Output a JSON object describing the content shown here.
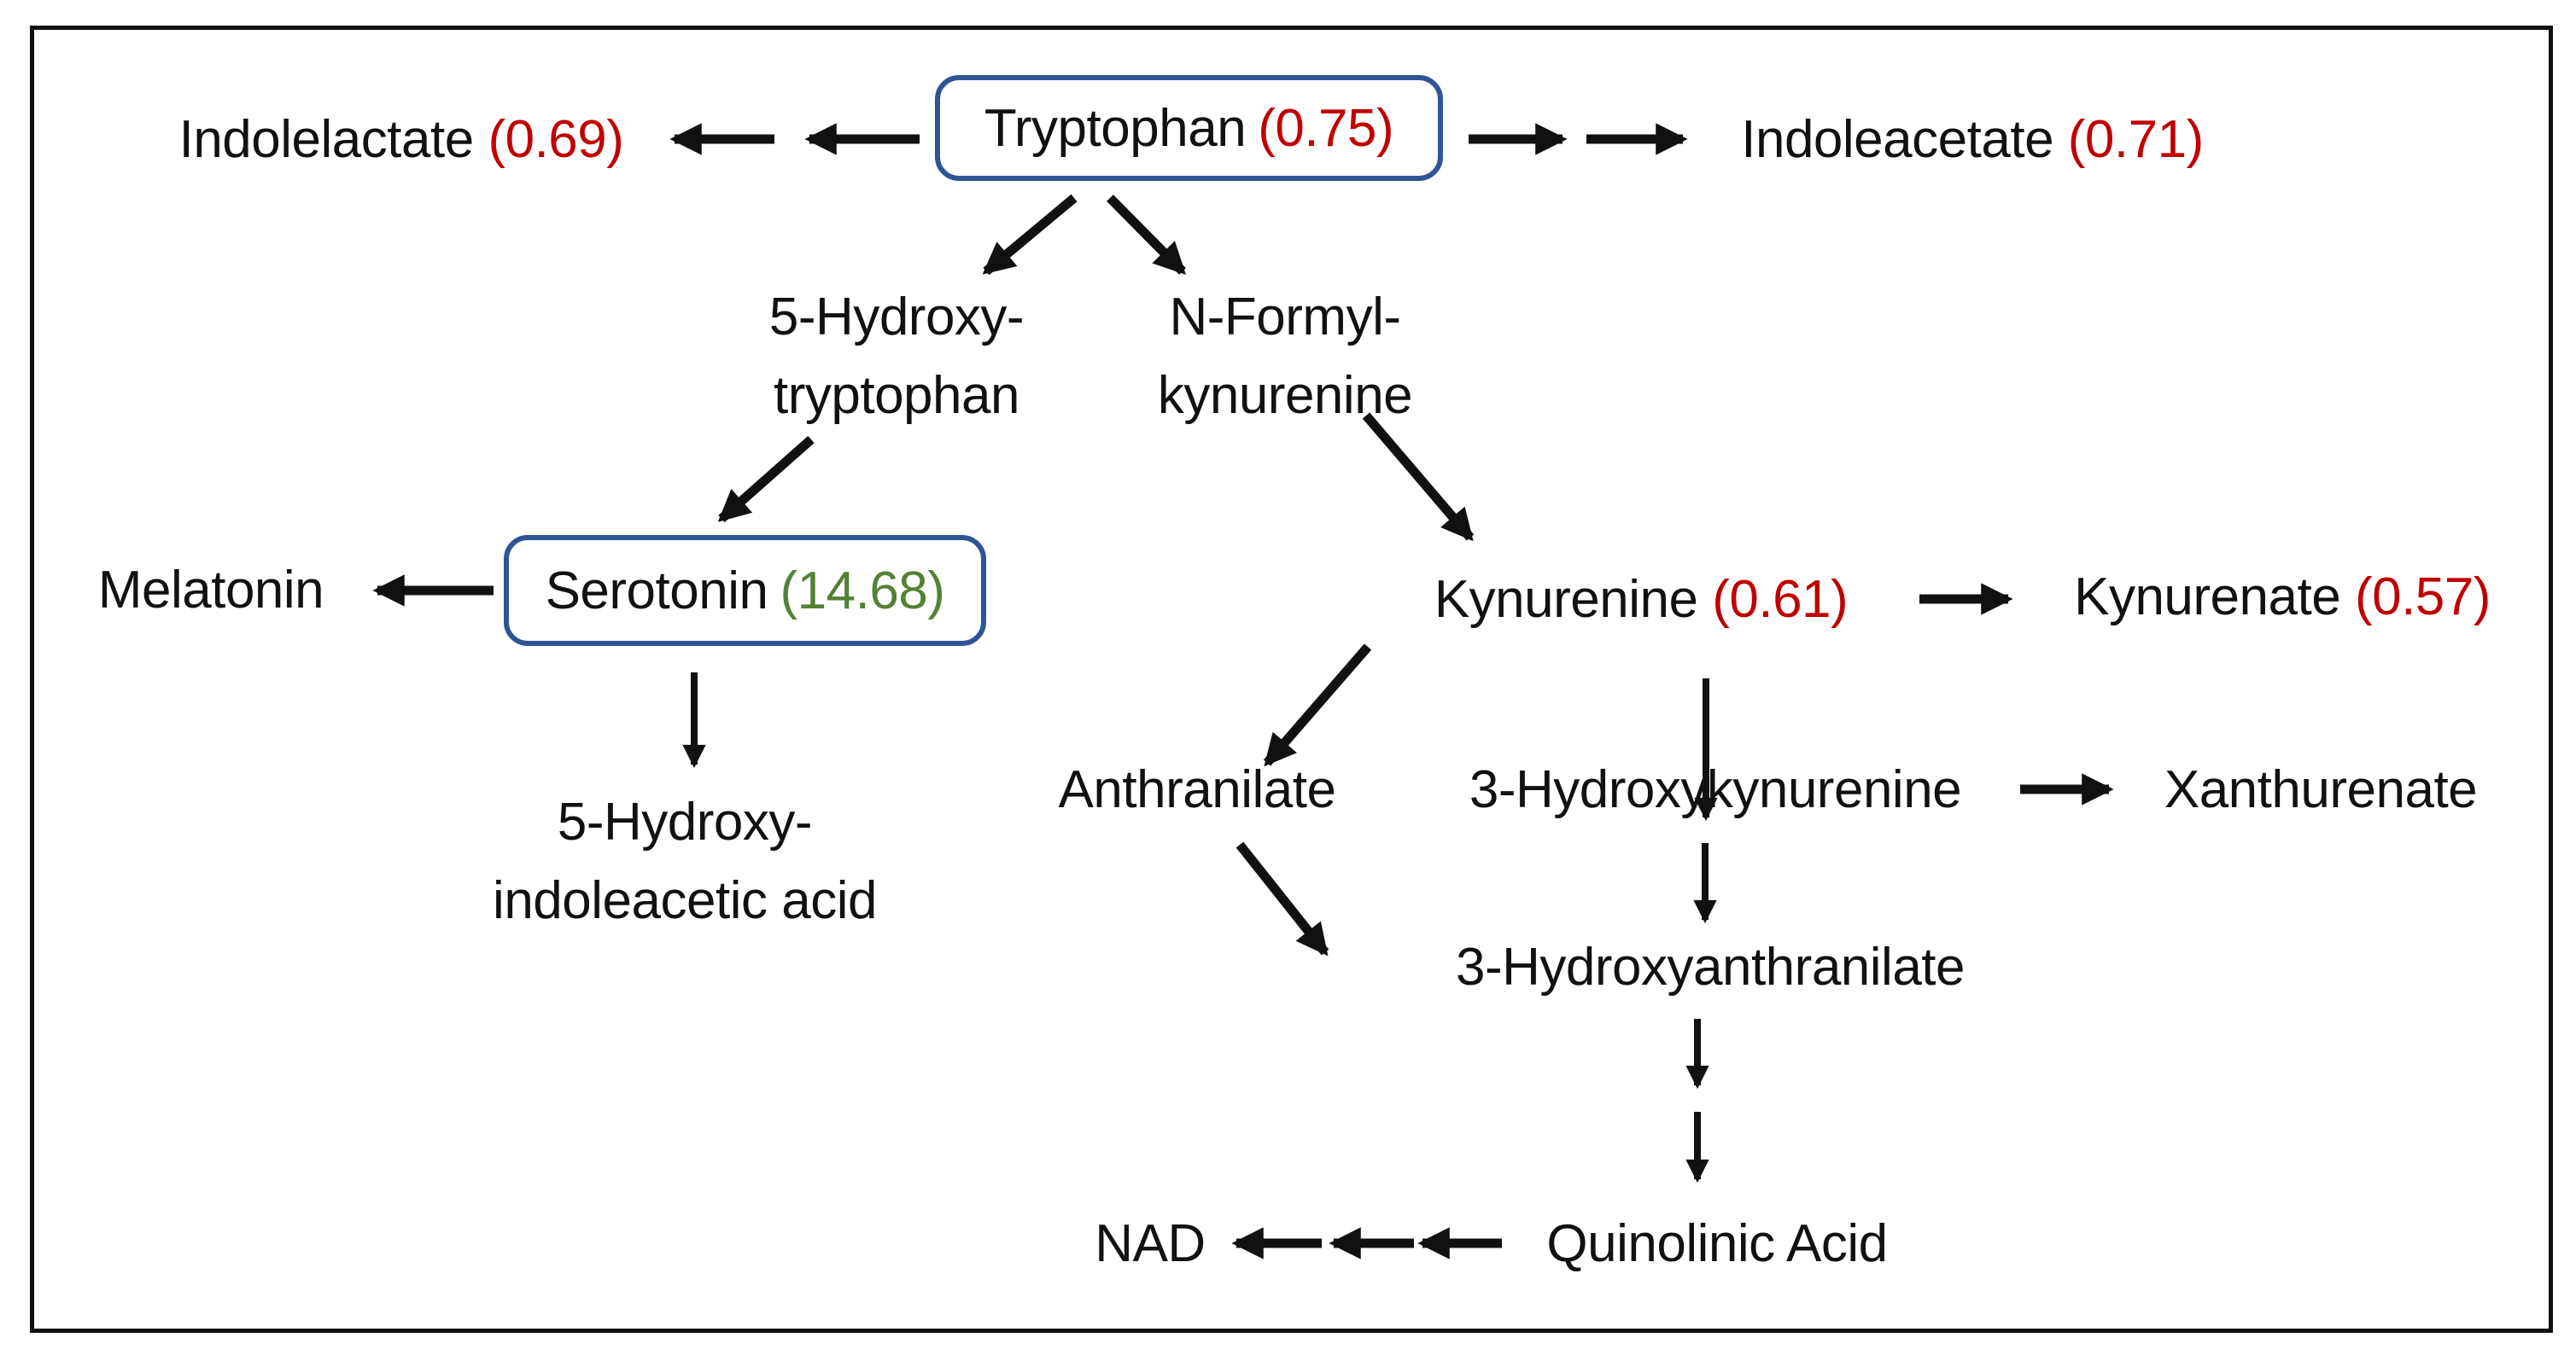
{
  "diagram": {
    "title": "Tryptophan metabolism pathway",
    "colors": {
      "frame_border": "#111111",
      "box_border": "#2f5496",
      "arrow": "#111111",
      "text": "#111111",
      "value_red": "#c00000",
      "value_green": "#538135"
    },
    "nodes": {
      "indolelactate": {
        "label": "Indolelactate",
        "value": "(0.69)"
      },
      "tryptophan": {
        "label": "Tryptophan",
        "value": "(0.75)",
        "boxed": "true"
      },
      "indoleacetate": {
        "label": "Indoleacetate",
        "value": "(0.71)"
      },
      "hydroxytryptophan": {
        "line1": "5-Hydroxy-",
        "line2": "tryptophan"
      },
      "formylkynurenine": {
        "line1": "N-Formyl-",
        "line2": "kynurenine"
      },
      "melatonin": {
        "label": "Melatonin"
      },
      "serotonin": {
        "label": "Serotonin",
        "value": "(14.68)",
        "boxed": "true"
      },
      "hydroxyindoleacetic": {
        "line1": "5-Hydroxy-",
        "line2": "indoleacetic acid"
      },
      "kynurenine": {
        "label": "Kynurenine",
        "value": "(0.61)"
      },
      "kynurenate": {
        "label": "Kynurenate",
        "value": "(0.57)"
      },
      "anthranilate": {
        "label": "Anthranilate"
      },
      "hydroxykynurenine": {
        "label": "3-Hydroxykynurenine"
      },
      "xanthurenate": {
        "label": "Xanthurenate"
      },
      "hydroxyanthranilate": {
        "label": "3-Hydroxyanthranilate"
      },
      "quinolinicacid": {
        "label": "Quinolinic Acid"
      },
      "nad": {
        "label": "NAD"
      }
    },
    "edges": [
      {
        "from": "Tryptophan",
        "to": "Indolelactate",
        "arrows": 2
      },
      {
        "from": "Tryptophan",
        "to": "Indoleacetate",
        "arrows": 2
      },
      {
        "from": "Tryptophan",
        "to": "5-Hydroxy-tryptophan",
        "arrows": 1
      },
      {
        "from": "Tryptophan",
        "to": "N-Formyl-kynurenine",
        "arrows": 1
      },
      {
        "from": "5-Hydroxy-tryptophan",
        "to": "Serotonin",
        "arrows": 1
      },
      {
        "from": "Serotonin",
        "to": "Melatonin",
        "arrows": 1
      },
      {
        "from": "Serotonin",
        "to": "5-Hydroxy-indoleacetic acid",
        "arrows": 1
      },
      {
        "from": "N-Formyl-kynurenine",
        "to": "Kynurenine",
        "arrows": 1
      },
      {
        "from": "Kynurenine",
        "to": "Kynurenate",
        "arrows": 1
      },
      {
        "from": "Kynurenine",
        "to": "Anthranilate",
        "arrows": 1
      },
      {
        "from": "Kynurenine",
        "to": "3-Hydroxykynurenine",
        "arrows": 1
      },
      {
        "from": "3-Hydroxykynurenine",
        "to": "Xanthurenate",
        "arrows": 1
      },
      {
        "from": "3-Hydroxykynurenine",
        "to": "3-Hydroxyanthranilate",
        "arrows": 1
      },
      {
        "from": "Anthranilate",
        "to": "3-Hydroxyanthranilate",
        "arrows": 1
      },
      {
        "from": "3-Hydroxyanthranilate",
        "to": "Quinolinic Acid",
        "arrows": 2
      },
      {
        "from": "Quinolinic Acid",
        "to": "NAD",
        "arrows": 3
      }
    ]
  }
}
